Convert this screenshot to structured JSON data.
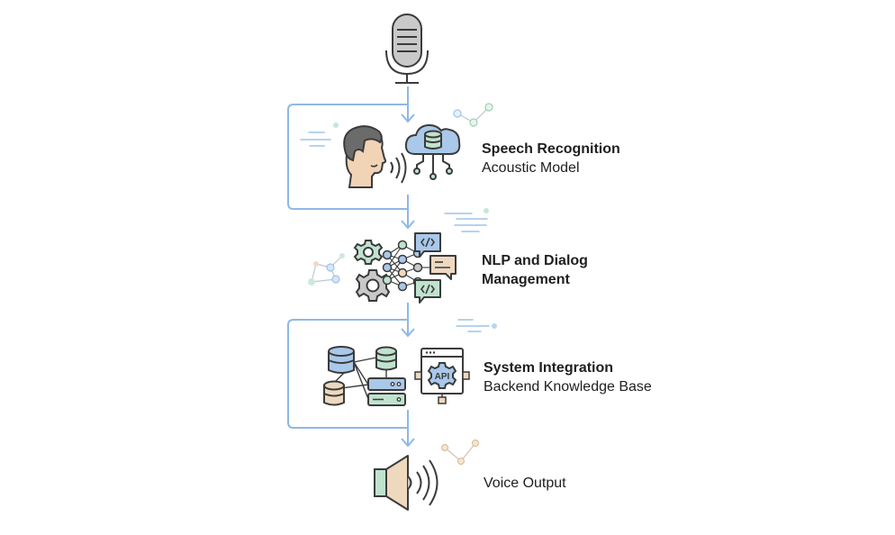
{
  "stages": {
    "speech_recognition": {
      "title": "Speech Recognition",
      "subtitle": "Acoustic Model",
      "icons": [
        "person-speaking-icon",
        "cloud-database-icon"
      ]
    },
    "nlp": {
      "title_line1": "NLP and Dialog",
      "title_line2": "Management",
      "icons": [
        "gears-icon",
        "neural-network-icon",
        "code-bubble-icon",
        "chat-bubble-icon"
      ]
    },
    "system_integration": {
      "title": "System Integration",
      "subtitle": "Backend Knowledge Base",
      "icons": [
        "databases-servers-icon",
        "api-window-icon"
      ],
      "api_text": "API"
    },
    "voice_output": {
      "title": "Voice Output",
      "icons": [
        "speaker-icon"
      ]
    }
  },
  "input_icon": "microphone-icon",
  "colors": {
    "connector": "#8fb8e6",
    "outline": "#3b3b3b",
    "blue_fill": "#a9c8ea",
    "green_fill": "#bfe3cf",
    "tan_fill": "#eed9bf",
    "gray_fill": "#c9c9c9",
    "skin": "#f1d3b6",
    "hair": "#6b6b6b",
    "text": "#1f1f1f"
  }
}
